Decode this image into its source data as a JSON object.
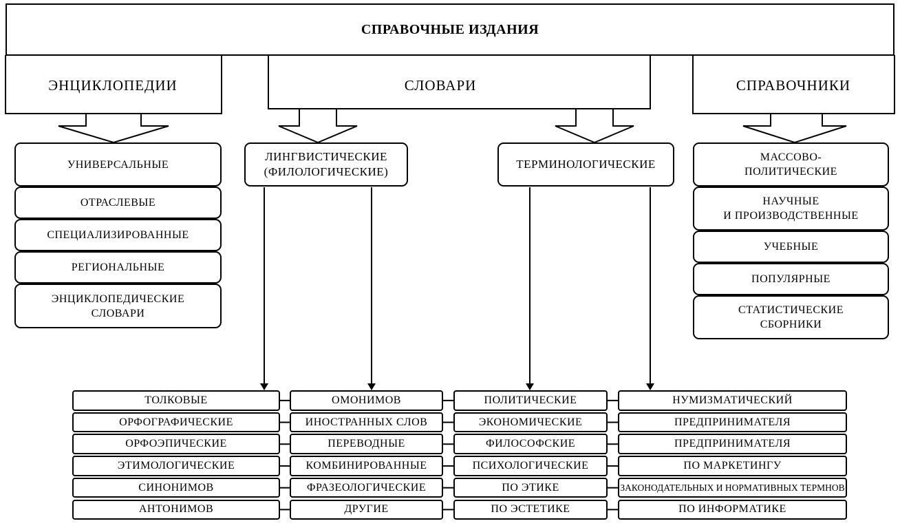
{
  "title": "СПРАВОЧНЫЕ ИЗДАНИЯ",
  "categories": {
    "encyclopedias": "ЭНЦИКЛОПЕДИИ",
    "dictionaries": "СЛОВАРИ",
    "handbooks": "СПРАВОЧНИКИ"
  },
  "encyclopedia_types": [
    "УНИВЕРСАЛЬНЫЕ",
    "ОТРАСЛЕВЫЕ",
    "СПЕЦИАЛИЗИРОВАННЫЕ",
    "РЕГИОНАЛЬНЫЕ",
    "ЭНЦИКЛОПЕДИЧЕСКИЕ\nСЛОВАРИ"
  ],
  "dictionary_types": {
    "linguistic": "ЛИНГВИСТИЧЕСКИЕ\n(ФИЛОЛОГИЧЕСКИЕ)",
    "terminological": "ТЕРМИНОЛОГИЧЕСКИЕ"
  },
  "handbook_types": [
    "МАССОВО-\nПОЛИТИЧЕСКИЕ",
    "НАУЧНЫЕ\nИ ПРОИЗВОДСТВЕННЫЕ",
    "УЧЕБНЫЕ",
    "ПОПУЛЯРНЫЕ",
    "СТАТИСТИЧЕСКИЕ\nСБОРНИКИ"
  ],
  "linguistic_col1": [
    "ТОЛКОВЫЕ",
    "ОРФОГРАФИЧЕСКИЕ",
    "ОРФОЭПИЧЕСКИЕ",
    "ЭТИМОЛОГИЧЕСКИЕ",
    "СИНОНИМОВ",
    "АНТОНИМОВ"
  ],
  "linguistic_col2": [
    "ОМОНИМОВ",
    "ИНОСТРАННЫХ СЛОВ",
    "ПЕРЕВОДНЫЕ",
    "КОМБИНИРОВАННЫЕ",
    "ФРАЗЕОЛОГИЧЕСКИЕ",
    "ДРУГИЕ"
  ],
  "terminological_col1": [
    "ПОЛИТИЧЕСКИЕ",
    "ЭКОНОМИЧЕСКИЕ",
    "ФИЛОСОФСКИЕ",
    "ПСИХОЛОГИЧЕСКИЕ",
    "ПО ЭТИКЕ",
    "ПО ЭСТЕТИКЕ"
  ],
  "terminological_col2": [
    "НУМИЗМАТИЧЕСКИЙ",
    "ПРЕДПРИНИМАТЕЛЯ",
    "ПРЕДПРИНИМАТЕЛЯ",
    "ПО МАРКЕТИНГУ",
    "ЗАКОНОДАТЕЛЬНЫХ И НОРМАТИВНЫХ ТЕРМНОВ",
    "ПО ИНФОРМАТИКЕ"
  ]
}
